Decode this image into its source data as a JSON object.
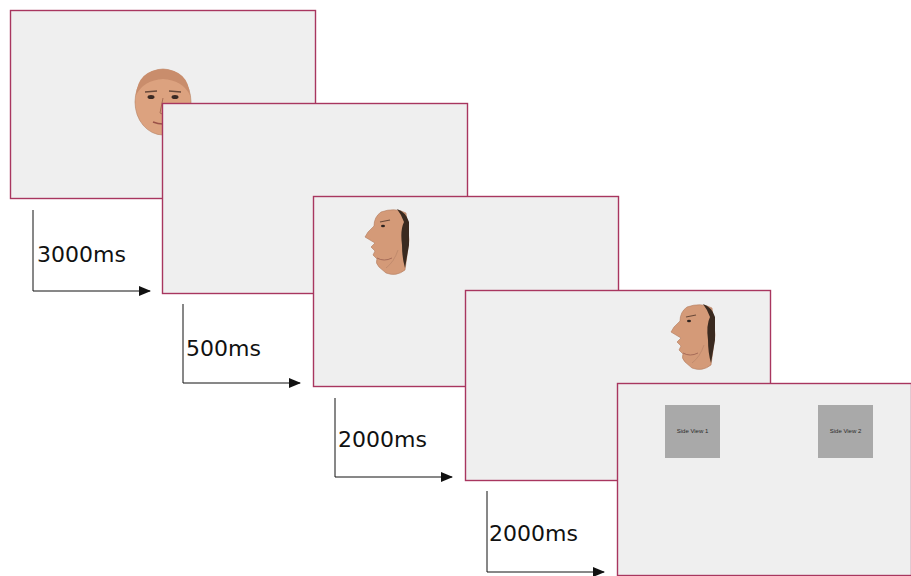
{
  "diagram": {
    "nodes": [
      {
        "text": [
          "Side View 1"
        ]
      },
      {
        "text": [
          "Side View 2"
        ]
      }
    ],
    "labels": [
      "3000ms",
      "500ms",
      "2000ms",
      "2000ms"
    ]
  }
}
